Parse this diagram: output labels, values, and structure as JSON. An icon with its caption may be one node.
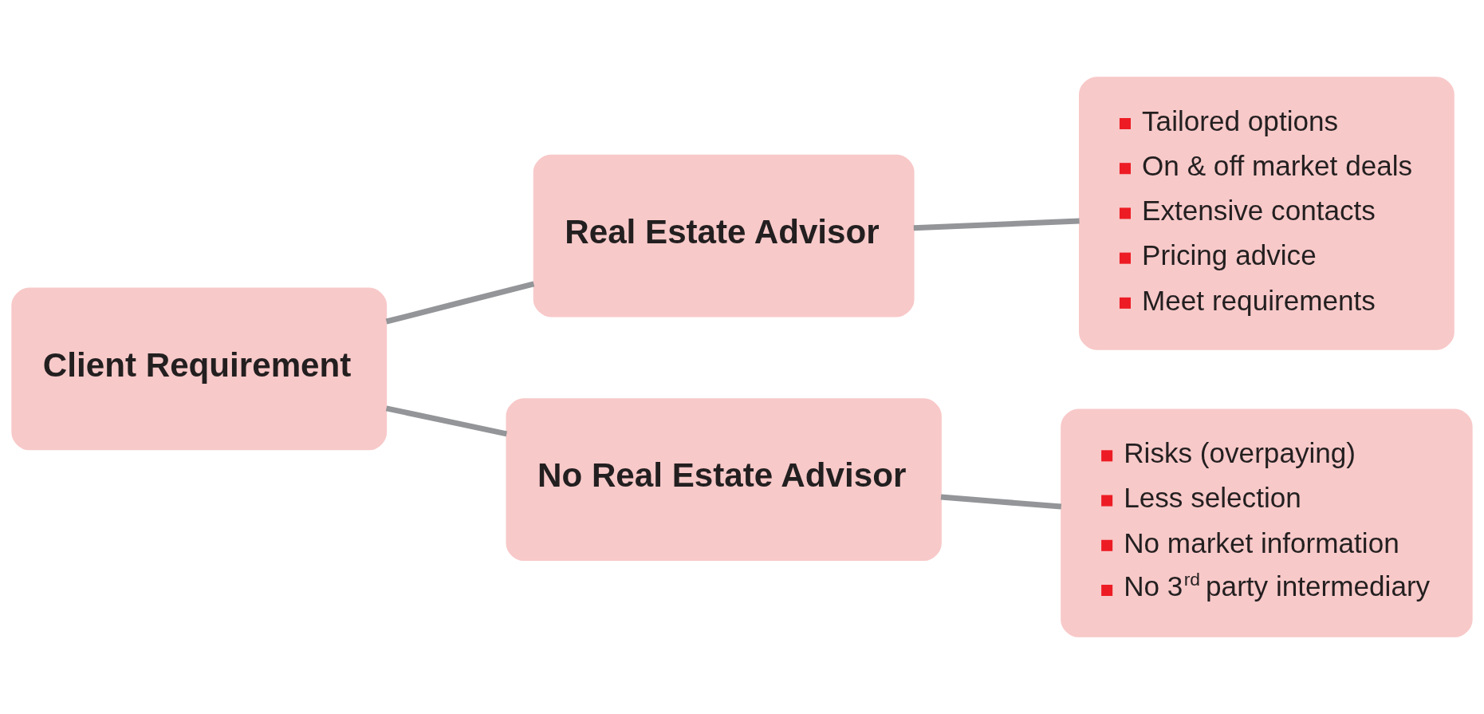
{
  "diagram": {
    "nodes": [
      {
        "text": [
          "Client Requirement"
        ]
      },
      {
        "text": [
          "Real Estate Advisor"
        ]
      },
      {
        "text": [
          "No Real Estate Advisor"
        ]
      },
      {
        "text": [
          "Tailored options",
          "On & off market deals",
          "Extensive contacts",
          "Pricing advice",
          "Meet requirements"
        ]
      },
      {
        "text": [
          "Risks (overpaying)",
          "Less selection",
          "No market information",
          "No 3$^{rd}$ party intermediary"
        ]
      }
    ],
    "edges": [
      {
        "from": 0,
        "to": 1,
        "arrow": "none"
      },
      {
        "from": 0,
        "to": 2,
        "arrow": "none"
      },
      {
        "from": 1,
        "to": 3,
        "arrow": "none"
      },
      {
        "from": 2,
        "to": 4,
        "arrow": "none"
      }
    ]
  }
}
